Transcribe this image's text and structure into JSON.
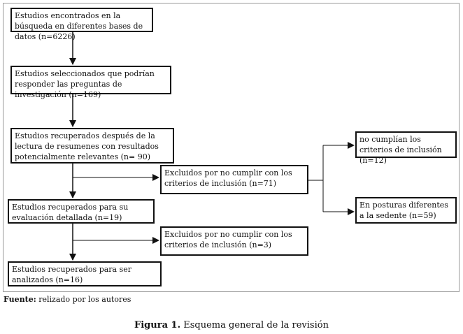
{
  "boxes": {
    "found": "Estudios encontrados en la búsqueda en diferentes bases de datos (n=6226)",
    "selected": "Estudios seleccionados que podrían responder las preguntas de investigación (n=169)",
    "recovered_abstracts": "Estudios recuperados después de la lectura de resumenes con resultados potencialmente relevantes (n= 90)",
    "excluded_71": "Excluidos por no cumplir con los criterios de inclusión (n=71)",
    "not_meeting": "no cumplían los criterios de inclusión (n=12)",
    "other_postures": "En posturas diferentes a la sedente (n=59)",
    "detailed_eval": "Estudios recuperados para su evaluación detallada (n=19)",
    "excluded_3": "Excluidos por no cumplir con los criterios de inclusión (n=3)",
    "analyzed": "Estudios recuperados para ser analizados (n=16)"
  },
  "source": {
    "label": "Fuente:",
    "text": " relizado por los autores"
  },
  "caption": {
    "label": "Figura 1.",
    "text": " Esquema general de la revisión"
  }
}
